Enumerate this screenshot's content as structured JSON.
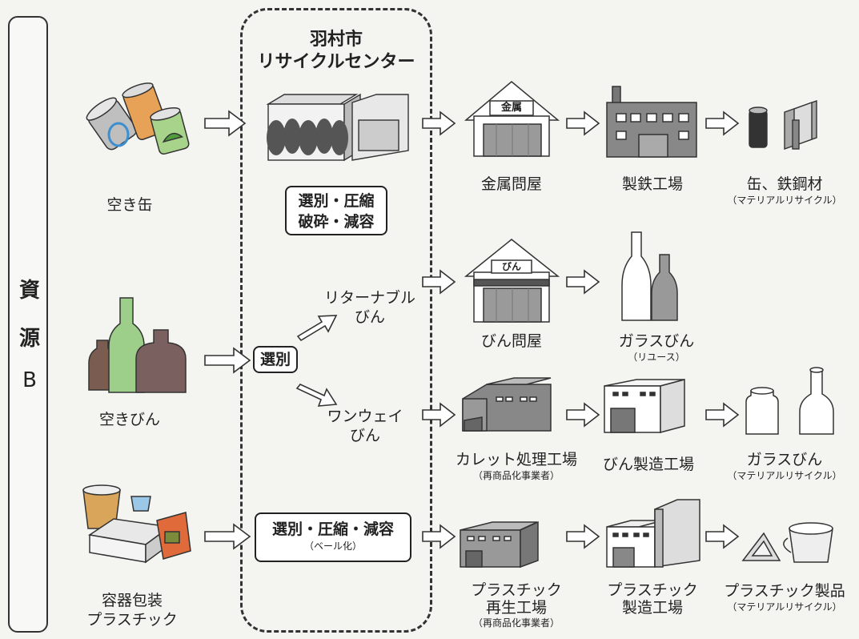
{
  "sidebar": {
    "chars": [
      "資",
      "源",
      "B"
    ]
  },
  "center": {
    "title_line1": "羽村市",
    "title_line2": "リサイクルセンター",
    "process_cans_line1": "選別・圧縮",
    "process_cans_line2": "破砕・減容",
    "process_bottles": "選別",
    "process_plastic": "選別・圧縮・減容",
    "process_plastic_sub": "（ベール化）"
  },
  "sources": {
    "cans": "空き缶",
    "bottles": "空きびん",
    "plastic_line1": "容器包装",
    "plastic_line2": "プラスチック"
  },
  "branches": {
    "returnable_line1": "リターナブル",
    "returnable_line2": "びん",
    "oneway_line1": "ワンウェイ",
    "oneway_line2": "びん"
  },
  "cans_flow": {
    "wholesaler": "金属問屋",
    "wholesaler_sign": "金属",
    "factory": "製鉄工場",
    "product": "缶、鉄鋼材",
    "product_sub": "（マテリアルリサイクル）"
  },
  "returnable_flow": {
    "wholesaler": "びん問屋",
    "wholesaler_sign": "びん",
    "product": "ガラスびん",
    "product_sub": "（リユース）"
  },
  "oneway_flow": {
    "factory1": "カレット処理工場",
    "factory1_sub": "（再商品化事業者）",
    "factory2": "びん製造工場",
    "product": "ガラスびん",
    "product_sub": "（マテリアルリサイクル）"
  },
  "plastic_flow": {
    "factory1_line1": "プラスチック",
    "factory1_line2": "再生工場",
    "factory1_sub": "（再商品化事業者）",
    "factory2_line1": "プラスチック",
    "factory2_line2": "製造工場",
    "product": "プラスチック製品",
    "product_sub": "（マテリアルリサイクル）"
  }
}
